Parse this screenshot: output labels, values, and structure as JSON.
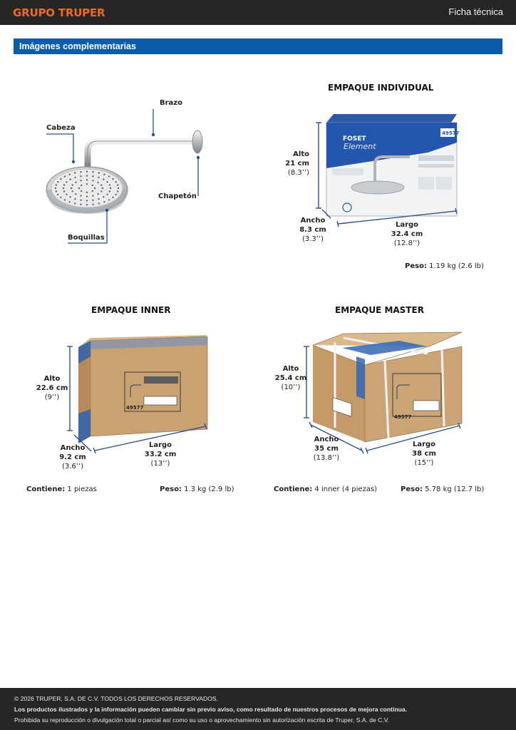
{
  "header": {
    "brand": "GRUPO TRUPER",
    "doc_type": "Ficha técnica"
  },
  "section": {
    "title": "Imágenes complementarias"
  },
  "product_parts": {
    "cabeza": "Cabeza",
    "brazo": "Brazo",
    "chapeton": "Chapetón",
    "boquillas": "Boquillas"
  },
  "individual": {
    "heading": "EMPAQUE INDIVIDUAL",
    "alto": {
      "label": "Alto",
      "cm": "21 cm",
      "in": "(8.3’’)"
    },
    "ancho": {
      "label": "Ancho",
      "cm": "8.3 cm",
      "in": "(3.3’’)"
    },
    "largo": {
      "label": "Largo",
      "cm": "32.4 cm",
      "in": "(12.8’’)"
    },
    "peso_label": "Peso:",
    "peso_value": "1.19 kg (2.6 lb)",
    "box": {
      "brand": "FOSET",
      "line": "Element",
      "code": "49577"
    }
  },
  "inner": {
    "heading": "EMPAQUE INNER",
    "alto": {
      "label": "Alto",
      "cm": "22.6 cm",
      "in": "(9’’)"
    },
    "ancho": {
      "label": "Ancho",
      "cm": "9.2 cm",
      "in": "(3.6’’)"
    },
    "largo": {
      "label": "Largo",
      "cm": "33.2 cm",
      "in": "(13’’)"
    },
    "contiene_label": "Contiene:",
    "contiene_value": "1 piezas",
    "peso_label": "Peso:",
    "peso_value": "1.3 kg (2.9 lb)",
    "box_code": "49577"
  },
  "master": {
    "heading": "EMPAQUE MASTER",
    "alto": {
      "label": "Alto",
      "cm": "25.4 cm",
      "in": "(10’’)"
    },
    "ancho": {
      "label": "Ancho",
      "cm": "35 cm",
      "in": "(13.8’’)"
    },
    "largo": {
      "label": "Largo",
      "cm": "38 cm",
      "in": "(15’’)"
    },
    "contiene_label": "Contiene:",
    "contiene_value": "4 inner (4 piezas)",
    "peso_label": "Peso:",
    "peso_value": "5.78 kg (12.7 lb)",
    "box_code": "49577"
  },
  "footer": {
    "copyright": "© 2026 TRUPER, S.A. DE C.V. TODOS LOS DERECHOS RESERVADOS.",
    "notice": "Los productos ilustrados y la información pueden cambiar sin previo aviso, como resultado de nuestros procesos de mejora continua.",
    "legal": "Prohibida su reproducción o divulgación total o parcial así como su uso o aprovechamiento sin autorización escrita de Truper, S.A. de C.V."
  },
  "colors": {
    "brand_orange": "#ee6b1d",
    "section_blue": "#0b5cab",
    "dark_bar": "#262626",
    "box_kraft": "#c9a273",
    "callout_blue": "#2b4f8c"
  }
}
